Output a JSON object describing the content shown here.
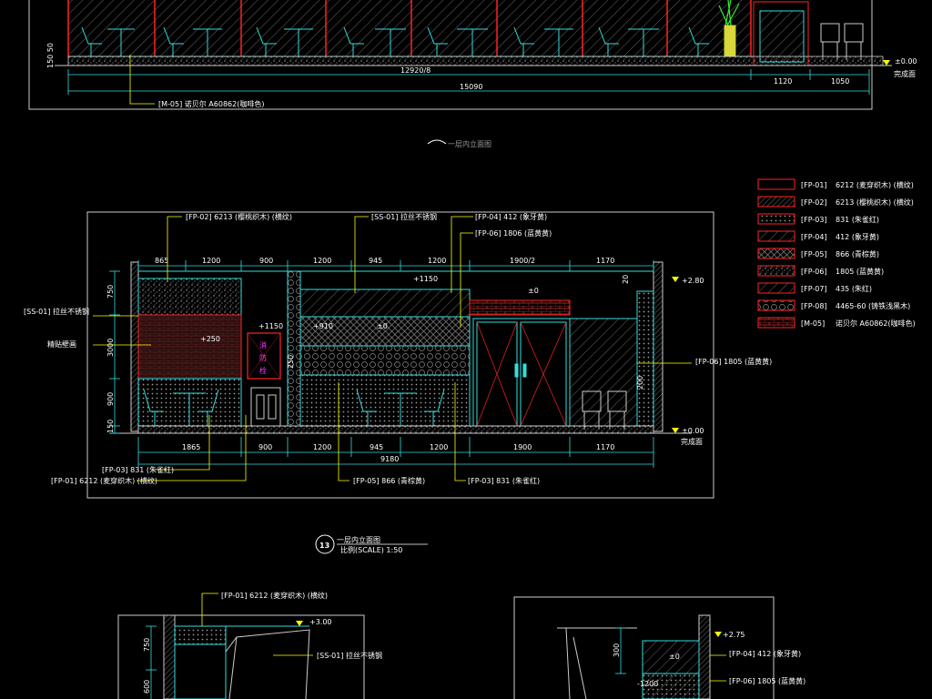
{
  "top_elevation": {
    "dims_bottom": [
      "12920/8",
      "1120",
      "1050"
    ],
    "dim_total": "15090",
    "left_dim": "150 50",
    "level_label": "±0.00",
    "finish_label": "完成面",
    "callout": "[M-05]  诺贝尔 A60862(咖啡色)",
    "caption_partial": "一层内立面图"
  },
  "legend": [
    {
      "code": "[FP-01]",
      "desc": "6212 (麦穿织木) (横纹)",
      "color": "#ff2222"
    },
    {
      "code": "[FP-02]",
      "desc": "6213 (樱桃织木) (横纹)",
      "color": "#ff2222"
    },
    {
      "code": "[FP-03]",
      "desc": "831 (朱雀红)",
      "color": "#ff2222"
    },
    {
      "code": "[FP-04]",
      "desc": "412 (象牙黄)",
      "color": "#ff2222"
    },
    {
      "code": "[FP-05]",
      "desc": "866 (青棕黄)",
      "color": "#ff2222"
    },
    {
      "code": "[FP-06]",
      "desc": "1805 (蓝黄黄)",
      "color": "#ff2222"
    },
    {
      "code": "[FP-07]",
      "desc": "435 (朱红)",
      "color": "#ff2222"
    },
    {
      "code": "[FP-08]",
      "desc": "4465-60 (铸铁浅黑木)",
      "color": "#ff2222"
    },
    {
      "code": "[M-05]",
      "desc": "诺贝尔 A60862(咖啡色)",
      "color": "#ff2222"
    }
  ],
  "main_elevation": {
    "top_labels": {
      "fp02": "[FP-02]   6213 (樱桃织木) (横纹)",
      "ss01": "[SS-01]  拉丝不锈钢",
      "fp04": "[FP-04]   412 (象牙黄)",
      "fp06": "[FP-06]   1806 (蓝黄黄)"
    },
    "dims_top": [
      "865",
      "1200",
      "900",
      "1200",
      "945",
      "1200",
      "1900/2",
      "1170"
    ],
    "dims_bottom": [
      "1865",
      "900",
      "1200",
      "945",
      "1200",
      "1900",
      "1170"
    ],
    "dim_total": "9180",
    "left_dims": [
      "750",
      "3000",
      "900",
      "150"
    ],
    "left_labels": {
      "ss01": "[SS-01]  拉丝不锈钢",
      "poster": "精贴壁画"
    },
    "right_label": "[FP-06]   1805 (蓝黄黄)",
    "levels": {
      "top": "+2.80",
      "bottom": "±0.00",
      "finish": "完成面"
    },
    "marks": {
      "p1150a": "+1150",
      "p1150b": "+1150",
      "p910": "+910",
      "p250": "+250",
      "z1": "±0",
      "z2": "±0",
      "d250": "250",
      "d200": "200",
      "d20": "20"
    },
    "fire_box": [
      "消",
      "防",
      "栓"
    ],
    "bottom_labels": {
      "fp03": "[FP-03]   831  (朱雀红)",
      "fp01": "[FP-01]   6212 (麦穿织木)  (横纹)",
      "fp05": "[FP-05]   866 (青棕黄)",
      "fp03b": "[FP-03]   831 (朱雀红)"
    },
    "caption_num": "13",
    "caption_title": "一层内立面图",
    "caption_scale": "比例(SCALE) 1:50"
  },
  "lower_left": {
    "label_fp01": "[FP-01]   6212 (麦穿织木)  (横纹)",
    "label_ss01": "[SS-01]  拉丝不锈钢",
    "level": "+3.00",
    "dims": [
      "750",
      "600"
    ]
  },
  "lower_right": {
    "level": "+2.75",
    "label_fp04": "[FP-04]   412 (象牙黄)",
    "label_fp06": "[FP-06]   1805 (蓝黄黄)",
    "mark_zero": "±0",
    "mark_1200": "-1200",
    "dim": "300"
  }
}
